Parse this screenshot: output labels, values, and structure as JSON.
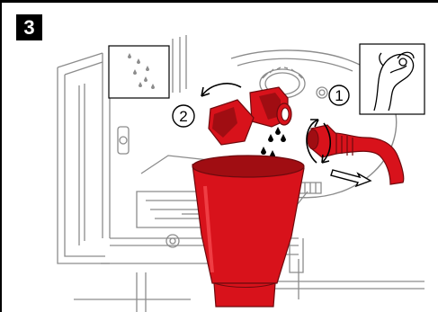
{
  "step": {
    "number": "3"
  },
  "callouts": [
    {
      "label": "1"
    },
    {
      "label": "2"
    }
  ],
  "colors": {
    "accent_red": "#d8121b",
    "dark_red": "#a00d12",
    "line": "#8c8c8c",
    "border": "#000000"
  },
  "icons": {
    "drips": "water-drips-icon",
    "hand": "hand-grip-icon",
    "rotate": "rotate-arrow-icon",
    "pull": "pull-arrow-icon"
  }
}
